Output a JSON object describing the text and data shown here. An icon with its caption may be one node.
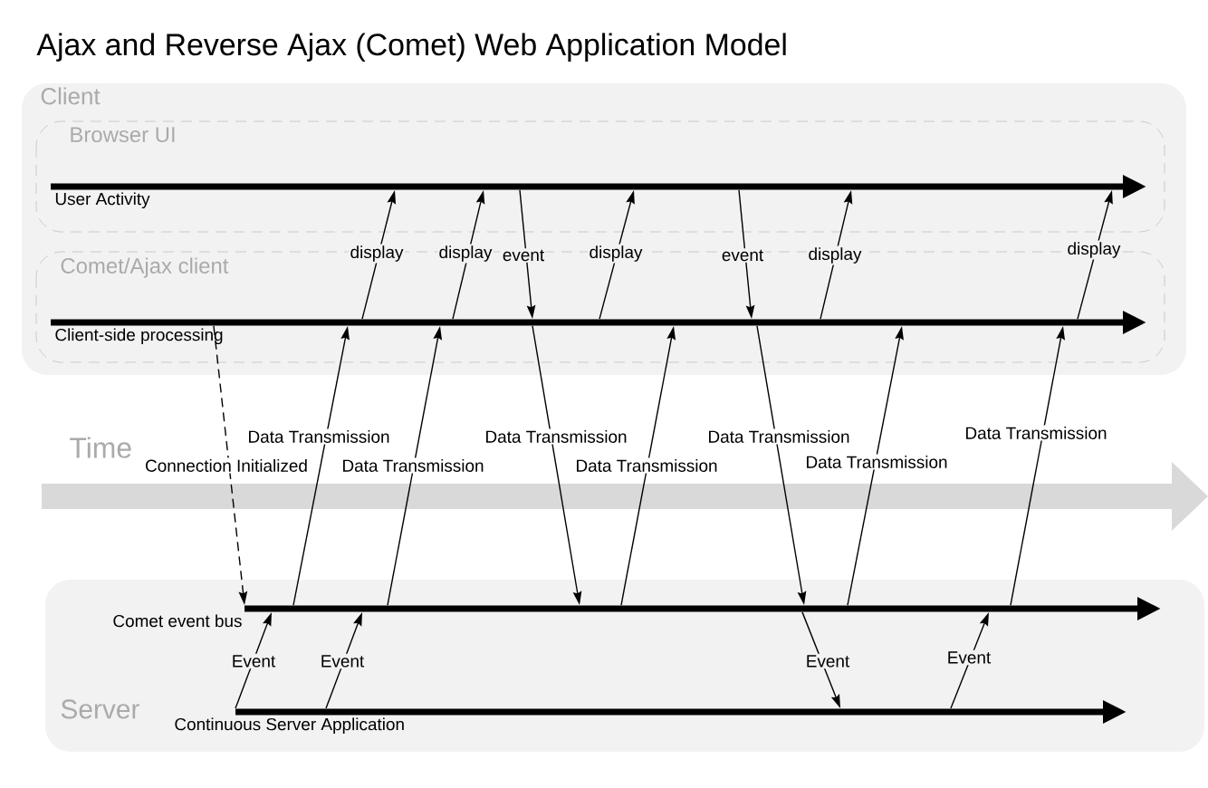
{
  "diagram": {
    "title": "Ajax and Reverse Ajax (Comet) Web Application Model",
    "nodes": [
      {
        "text": [
          "Client"
        ]
      },
      {
        "text": [
          "Browser UI"
        ],
        "in": 0
      },
      {
        "text": [
          "User Activity"
        ],
        "in": 1
      },
      {
        "text": [
          "Comet/Ajax client"
        ],
        "in": 0
      },
      {
        "text": [
          "Client-side processing"
        ],
        "in": 3
      },
      {
        "text": [
          "Server"
        ]
      },
      {
        "text": [
          "Comet event bus"
        ],
        "in": 5
      },
      {
        "text": [
          "Continuous Server Application"
        ],
        "in": 5
      }
    ],
    "edges": [
      {
        "from": 4,
        "to": 2,
        "arrow": "to",
        "label": "display"
      },
      {
        "from": 4,
        "to": 2,
        "arrow": "to",
        "label": "display"
      },
      {
        "from": 2,
        "to": 4,
        "arrow": "to",
        "label": "event"
      },
      {
        "from": 4,
        "to": 2,
        "arrow": "to",
        "label": "display"
      },
      {
        "from": 2,
        "to": 4,
        "arrow": "to",
        "label": "event"
      },
      {
        "from": 4,
        "to": 2,
        "arrow": "to",
        "label": "display"
      },
      {
        "from": 4,
        "to": 2,
        "arrow": "to",
        "label": "display"
      },
      {
        "from": 4,
        "to": 6,
        "arrow": "to",
        "label": "Connection Initialized",
        "style": "dashed"
      },
      {
        "from": 6,
        "to": 4,
        "arrow": "to",
        "label": "Data Transmission"
      },
      {
        "from": 6,
        "to": 4,
        "arrow": "to",
        "label": "Data Transmission"
      },
      {
        "from": 4,
        "to": 6,
        "arrow": "to",
        "label": "Data Transmission"
      },
      {
        "from": 6,
        "to": 4,
        "arrow": "to",
        "label": "Data Transmission"
      },
      {
        "from": 4,
        "to": 6,
        "arrow": "to",
        "label": "Data Transmission"
      },
      {
        "from": 6,
        "to": 4,
        "arrow": "to",
        "label": "Data Transmission"
      },
      {
        "from": 6,
        "to": 4,
        "arrow": "to",
        "label": "Data Transmission"
      },
      {
        "from": 7,
        "to": 6,
        "arrow": "to",
        "label": "Event"
      },
      {
        "from": 7,
        "to": 6,
        "arrow": "to",
        "label": "Event"
      },
      {
        "from": 6,
        "to": 7,
        "arrow": "to",
        "label": "Event"
      },
      {
        "from": 7,
        "to": 6,
        "arrow": "to",
        "label": "Event"
      }
    ],
    "labels": [
      "Time"
    ]
  }
}
